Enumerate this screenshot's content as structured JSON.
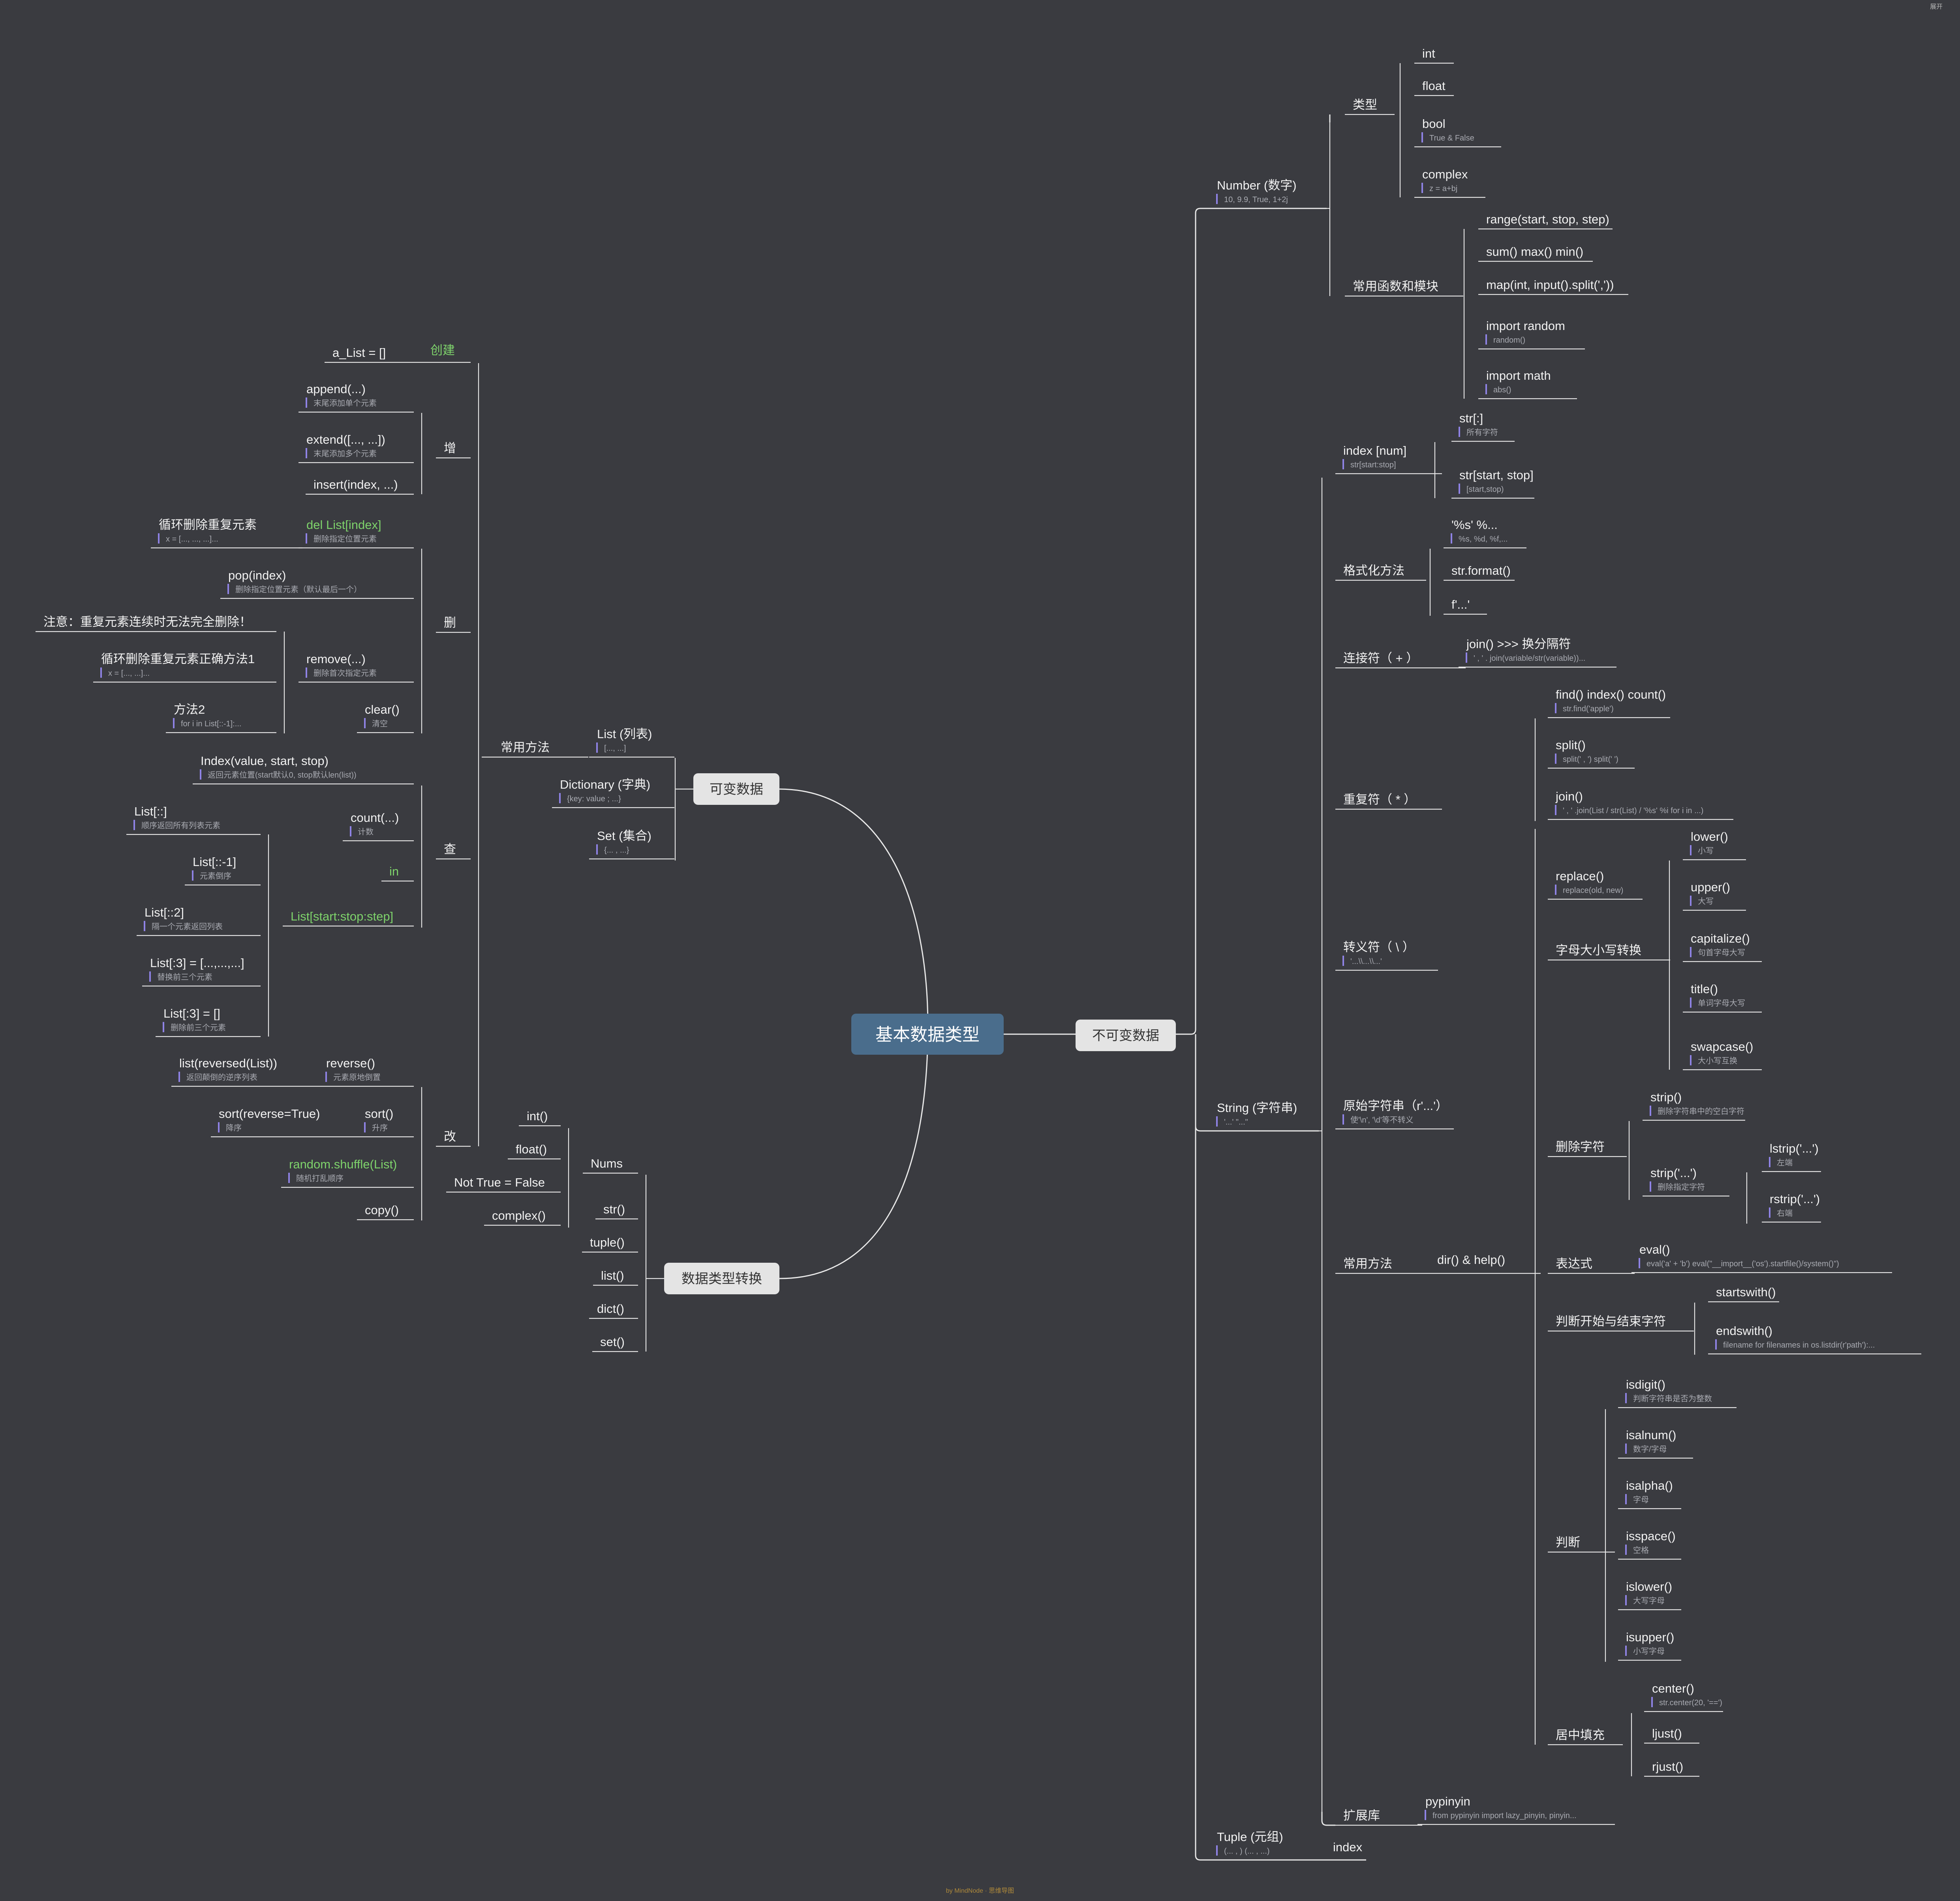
{
  "title": "基本数据类型",
  "footer": "by MindNode · 思维导图",
  "corner": "展开",
  "colors": {
    "background": "#3a3b40",
    "root": "#4a6d8c",
    "category": "#e4e4e4",
    "line": "#e8e8e8",
    "green": "#7ed36b",
    "note_bar": "#8f83e6"
  },
  "categories": {
    "immutable": "不可变数据",
    "mutable": "可变数据",
    "conversion": "数据类型转换"
  },
  "number": {
    "label": "Number (数字)",
    "note": "10, 9.9, True, 1+2j",
    "types_label": "类型",
    "types": [
      {
        "label": "int",
        "note": ""
      },
      {
        "label": "float",
        "note": ""
      },
      {
        "label": "bool",
        "note": "True & False"
      },
      {
        "label": "complex",
        "note": "z = a+bj"
      }
    ],
    "funcs_label": "常用函数和模块",
    "funcs": [
      {
        "label": "range(start, stop, step)",
        "note": ""
      },
      {
        "label": "sum()  max()  min()",
        "note": ""
      },
      {
        "label": "map(int, input().split(','))",
        "note": ""
      },
      {
        "label": "import random",
        "note": "random()"
      },
      {
        "label": "import math",
        "note": "abs()"
      }
    ]
  },
  "string": {
    "label": "String (字符串)",
    "note": "'...'    \"...\"",
    "index": {
      "label": "index [num]",
      "note": "str[start:stop]",
      "children": [
        {
          "label": "str[:]",
          "note": "所有字符"
        },
        {
          "label": "str[start, stop]",
          "note": "[start,stop)"
        }
      ]
    },
    "format": {
      "label": "格式化方法",
      "children": [
        {
          "label": "'%s' %...",
          "note": "%s, %d, %f,..."
        },
        {
          "label": "str.format()",
          "note": ""
        },
        {
          "label": "f'...'",
          "note": ""
        }
      ]
    },
    "concat": {
      "label": "连接符（ + ）",
      "child": {
        "label": "join()    >>>  换分隔符",
        "note": "' , ' . join(variable/str(variable))..."
      }
    },
    "repeat": {
      "label": "重复符（ * ）",
      "children": [
        {
          "label": "find()  index()  count()",
          "note": "str.find('apple')"
        },
        {
          "label": "split()",
          "note": "split(' , ')   split(' ')"
        },
        {
          "label": "join()",
          "note": "' , ' .join(List / str(List) / '%s' %i for i in ...)"
        }
      ]
    },
    "escape": {
      "label": "转义符（ \\ ）",
      "note": "'...\\\\...\\\\...'",
      "replace": {
        "label": "replace()",
        "note": "replace(old, new)"
      }
    },
    "case": {
      "label": "字母大小写转换",
      "children": [
        {
          "label": "lower()",
          "note": "小写"
        },
        {
          "label": "upper()",
          "note": "大写"
        },
        {
          "label": "capitalize()",
          "note": "句首字母大写"
        },
        {
          "label": "title()",
          "note": "单词字母大写"
        },
        {
          "label": "swapcase()",
          "note": "大小写互换"
        }
      ]
    },
    "raw": {
      "label": "原始字符串（r'...'）",
      "note": "使'\\n', '\\d'等不转义"
    },
    "strip": {
      "label": "删除字符",
      "strip": {
        "label": "strip()",
        "note": "删除字符串中的空白字符"
      },
      "strip2": {
        "label": "strip('...')",
        "note": "删除指定字符"
      },
      "sides": [
        {
          "label": "lstrip('...')",
          "note": "左端"
        },
        {
          "label": "rstrip('...')",
          "note": "右端"
        }
      ]
    },
    "methods": {
      "label": "常用方法",
      "dir": "dir()  &  help()"
    },
    "expr": {
      "label": "表达式",
      "child": {
        "label": "eval()",
        "note": "eval('a' + 'b')    eval(\"__import__('os').startfile()/system()\")"
      }
    },
    "startend": {
      "label": "判断开始与结束字符",
      "children": [
        {
          "label": "startswith()",
          "note": ""
        },
        {
          "label": "endswith()",
          "note": "filename for filenames in os.listdir(r'path'):..."
        }
      ]
    },
    "judge": {
      "label": "判断",
      "children": [
        {
          "label": "isdigit()",
          "note": "判断字符串是否为整数"
        },
        {
          "label": "isalnum()",
          "note": "数字/字母"
        },
        {
          "label": "isalpha()",
          "note": "字母"
        },
        {
          "label": "isspace()",
          "note": "空格"
        },
        {
          "label": "islower()",
          "note": "大写字母"
        },
        {
          "label": "isupper()",
          "note": "小写字母"
        }
      ]
    },
    "center": {
      "label": "居中填充",
      "children": [
        {
          "label": "center()",
          "note": "str.center(20, '==')"
        },
        {
          "label": "ljust()",
          "note": ""
        },
        {
          "label": "rjust()",
          "note": ""
        }
      ]
    },
    "ext": {
      "label": "扩展库",
      "child": {
        "label": "pypinyin",
        "note": "from pypinyin import lazy_pinyin, pinyin..."
      }
    }
  },
  "tuple": {
    "label": "Tuple (元组)",
    "note": "(... , )   (... , ...)",
    "child": "index"
  },
  "mutable": {
    "list": {
      "label": "List (列表)",
      "note": "[..., ...]"
    },
    "dict": {
      "label": "Dictionary (字典)",
      "note": "{key: value ; ...}"
    },
    "set": {
      "label": "Set (集合)",
      "note": "{... , ...}"
    },
    "methods_label": "常用方法",
    "create": {
      "label": "a_List = []",
      "tag": "创建"
    },
    "add": {
      "label": "增",
      "children": [
        {
          "label": "append(...)",
          "note": "末尾添加单个元素"
        },
        {
          "label": "extend([..., ...])",
          "note": "末尾添加多个元素"
        },
        {
          "label": "insert(index, ...)",
          "note": ""
        }
      ]
    },
    "del": {
      "label": "删",
      "del_index": {
        "label": "del List[index]",
        "note": "删除指定位置元素"
      },
      "loop": {
        "label": "循环删除重复元素",
        "note": "x = [..., ..., ...]..."
      },
      "pop": {
        "label": "pop(index)",
        "note": "删除指定位置元素（默认最后一个）"
      },
      "warn": "注意：重复元素连续时无法完全删除！",
      "remove": {
        "label": "remove(...)",
        "note": "删除首次指定元素"
      },
      "loop_ok": {
        "label": "循环删除重复元素正确方法1",
        "note": "x = [..., ...]..."
      },
      "method2": {
        "label": "方法2",
        "note": "for i in List[::-1]:..."
      },
      "clear": {
        "label": "clear()",
        "note": "清空"
      }
    },
    "find": {
      "label": "查",
      "index": {
        "label": "Index(value, start, stop)",
        "note": "返回元素位置(start默认0, stop默认len(list))"
      },
      "count": {
        "label": "count(...)",
        "note": "计数"
      },
      "in": "in",
      "slice": "List[start:stop:step]",
      "slices": [
        {
          "label": "List[::]",
          "note": "顺序返回所有列表元素"
        },
        {
          "label": "List[::-1]",
          "note": "元素倒序"
        },
        {
          "label": "List[::2]",
          "note": "隔一个元素返回列表"
        },
        {
          "label": "List[:3] = [...,...,...]",
          "note": "替换前三个元素"
        },
        {
          "label": "List[:3] = []",
          "note": "删除前三个元素"
        }
      ]
    },
    "mod": {
      "label": "改",
      "reverse": {
        "label": "reverse()",
        "note": "元素原地倒置"
      },
      "reversed": {
        "label": "list(reversed(List))",
        "note": "返回颠倒的逆序列表"
      },
      "sort": {
        "label": "sort()",
        "note": "升序"
      },
      "sort_rev": {
        "label": "sort(reverse=True)",
        "note": "降序"
      },
      "shuffle": {
        "label": "random.shuffle(List)",
        "note": "随机打乱顺序"
      },
      "copy": {
        "label": "copy()",
        "note": ""
      }
    }
  },
  "conversion": {
    "nums": "Nums",
    "num_children": [
      "int()",
      "float()",
      "Not True = False",
      "complex()"
    ],
    "others": [
      "str()",
      "tuple()",
      "list()",
      "dict()",
      "set()"
    ]
  }
}
